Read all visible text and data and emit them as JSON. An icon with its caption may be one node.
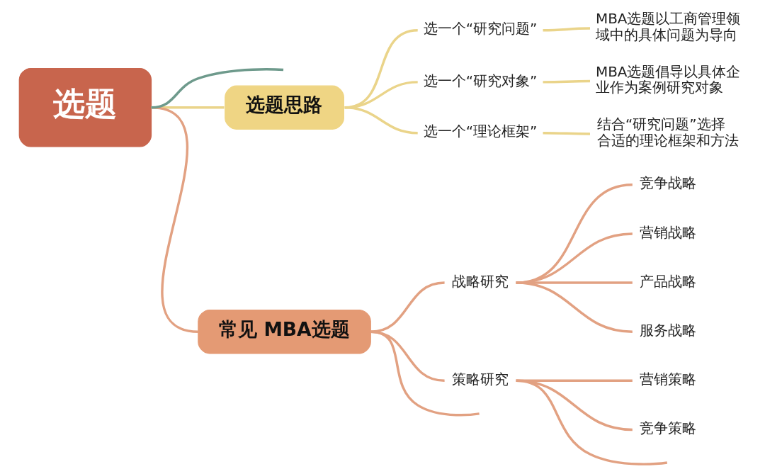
{
  "diagram": {
    "nodes": [
      {
        "text": [
          "选题"
        ]
      },
      {
        "text": [
          "选题思路"
        ]
      },
      {
        "text": [
          "选一个“研究问题”"
        ]
      },
      {
        "text": [
          "MBA选题以工商管理领域中的具体问题为导向"
        ]
      },
      {
        "text": [
          "选一个“研究对象”"
        ]
      },
      {
        "text": [
          "MBA选题倡导以具体企业作为案例研究对象"
        ]
      },
      {
        "text": [
          "选一个“理论框架”"
        ]
      },
      {
        "text": [
          "结合“研究问题”选择合适的理论框架和方法"
        ]
      },
      {
        "text": [
          "常见 MBA选题"
        ]
      },
      {
        "text": [
          "战略研究"
        ]
      },
      {
        "text": [
          "竞争战略"
        ]
      },
      {
        "text": [
          "营销战略"
        ]
      },
      {
        "text": [
          "产品战略"
        ]
      },
      {
        "text": [
          "服务战略"
        ]
      },
      {
        "text": [
          "策略研究"
        ]
      },
      {
        "text": [
          "营销策略"
        ]
      },
      {
        "text": [
          "竞争策略"
        ]
      }
    ],
    "edges": [
      {
        "from": 0,
        "to": null,
        "arrow": "none",
        "color": "#6e9a8c"
      },
      {
        "from": 0,
        "to": 1,
        "arrow": "none",
        "color": "#ead48a"
      },
      {
        "from": 1,
        "to": 2,
        "arrow": "none",
        "color": "#ead48a"
      },
      {
        "from": 2,
        "to": 3,
        "arrow": "none",
        "color": "#ead48a"
      },
      {
        "from": 1,
        "to": 4,
        "arrow": "none",
        "color": "#ead48a"
      },
      {
        "from": 4,
        "to": 5,
        "arrow": "none",
        "color": "#ead48a"
      },
      {
        "from": 1,
        "to": 6,
        "arrow": "none",
        "color": "#ead48a"
      },
      {
        "from": 6,
        "to": 7,
        "arrow": "none",
        "color": "#ead48a"
      },
      {
        "from": 0,
        "to": 8,
        "arrow": "none"
      },
      {
        "from": 8,
        "to": 9,
        "arrow": "none"
      },
      {
        "from": 9,
        "to": 10,
        "arrow": "none"
      },
      {
        "from": 9,
        "to": 11,
        "arrow": "none"
      },
      {
        "from": 9,
        "to": 12,
        "arrow": "none"
      },
      {
        "from": 9,
        "to": 13,
        "arrow": "none"
      },
      {
        "from": 8,
        "to": 14,
        "arrow": "none"
      },
      {
        "from": 14,
        "to": 15,
        "arrow": "none"
      },
      {
        "from": 14,
        "to": 16,
        "arrow": "none"
      },
      {
        "from": 8,
        "to": null,
        "arrow": "none"
      },
      {
        "from": 14,
        "to": null,
        "arrow": "none"
      }
    ]
  }
}
